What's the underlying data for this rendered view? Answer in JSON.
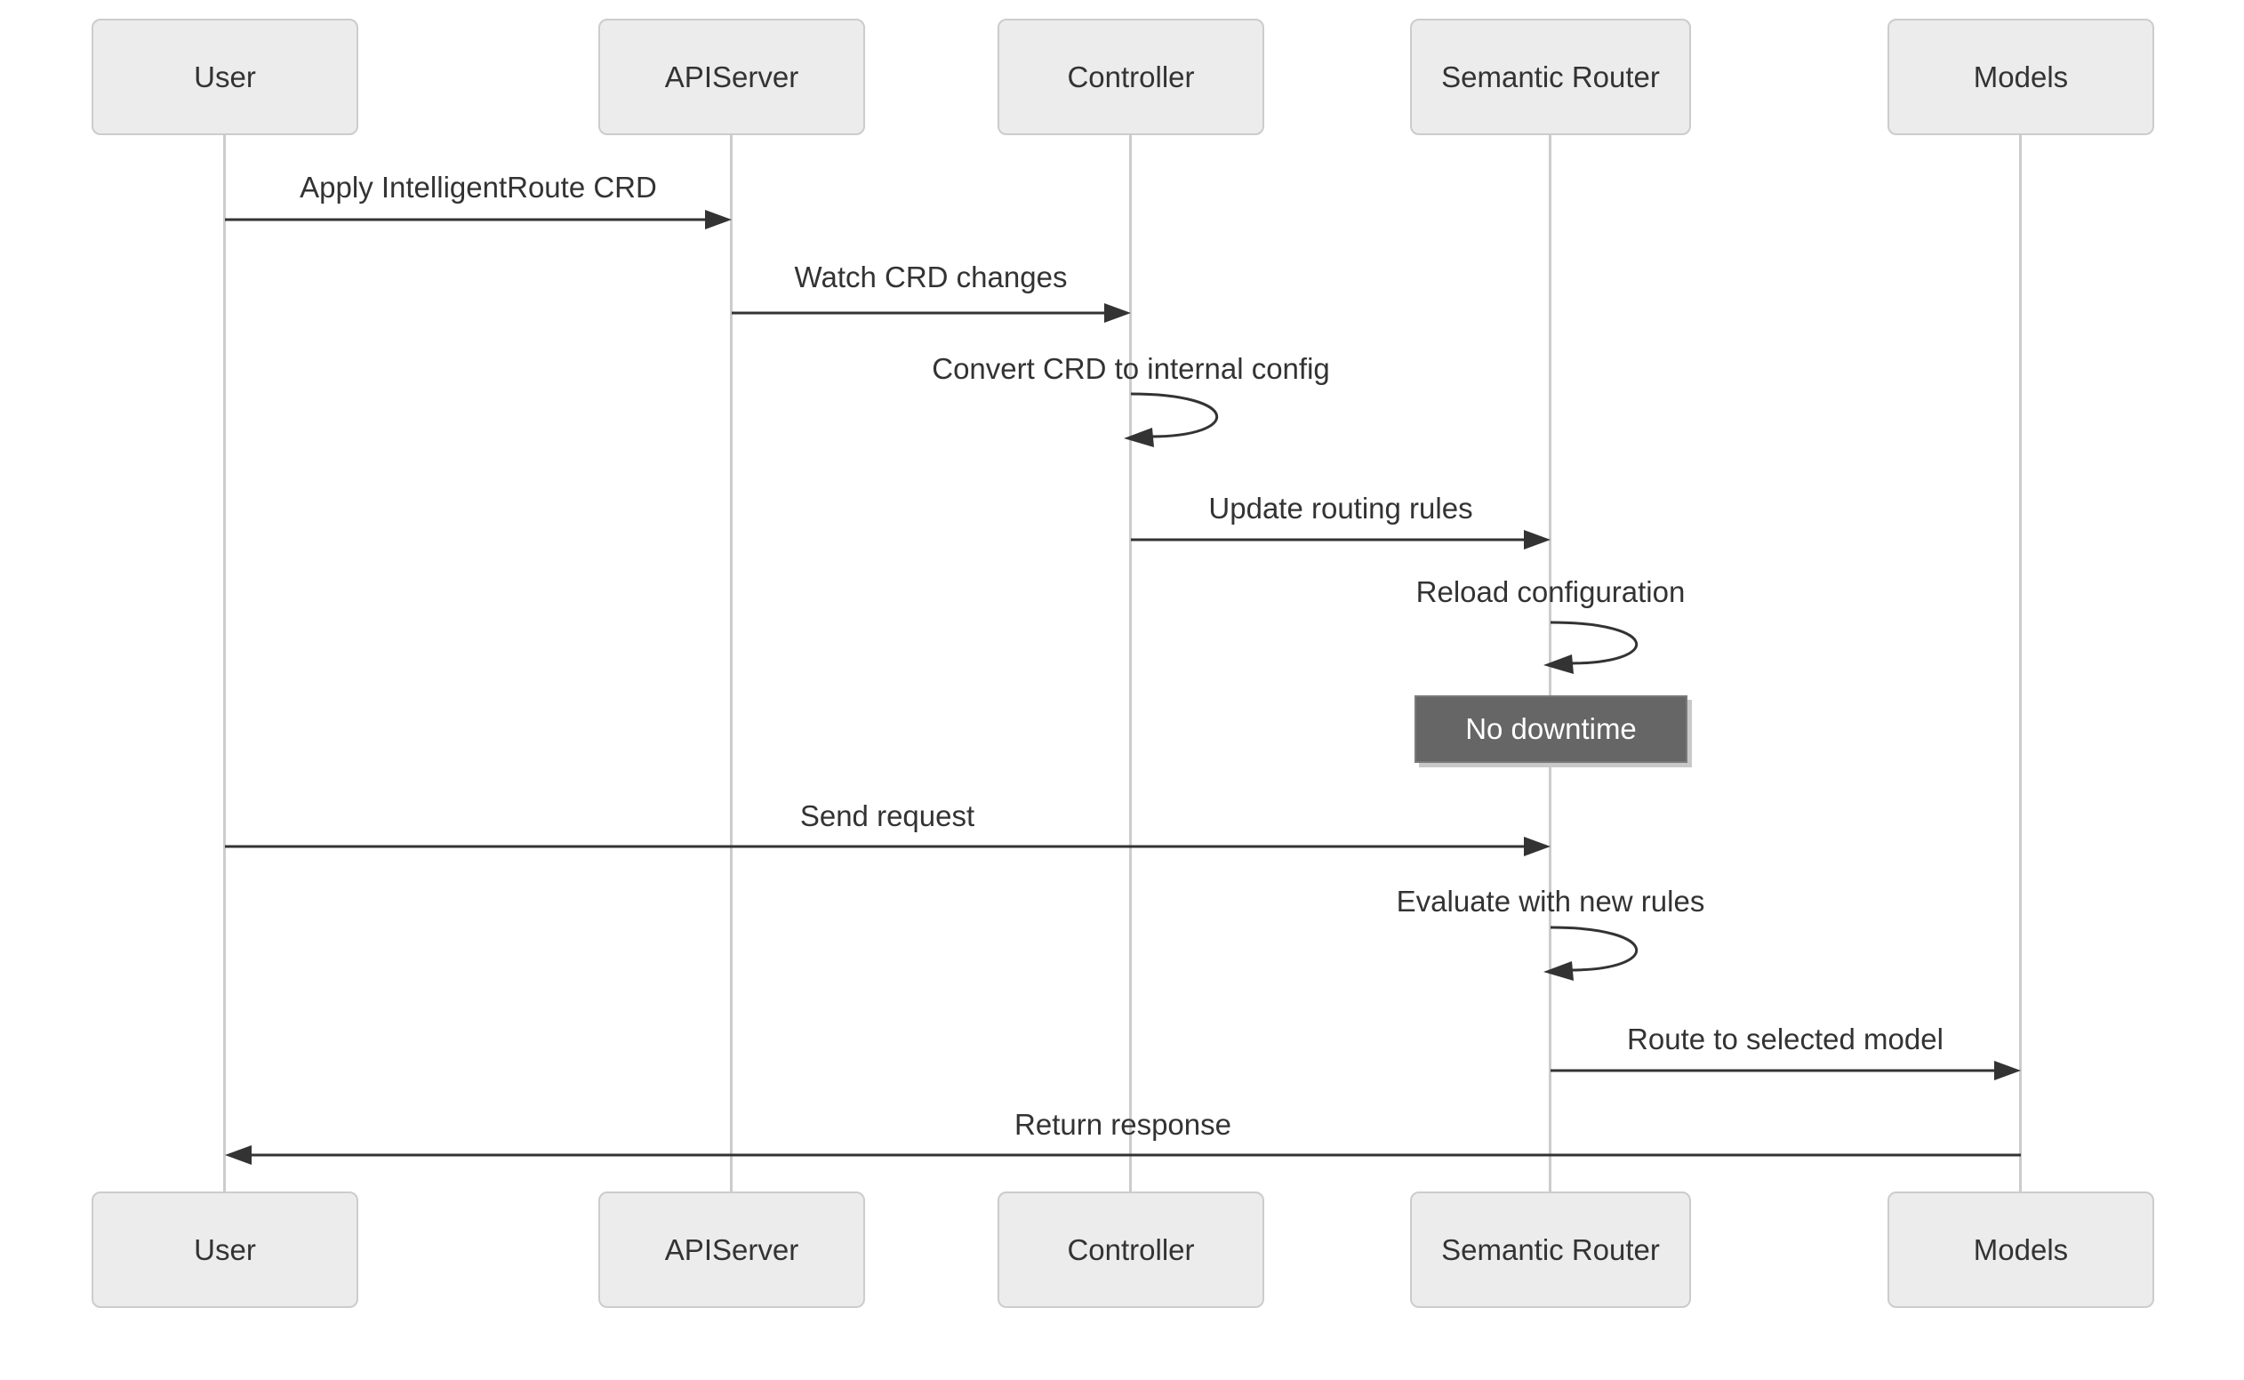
{
  "diagram": {
    "type": "sequence-diagram",
    "actors": [
      {
        "id": "user",
        "label": "User"
      },
      {
        "id": "apiserver",
        "label": "APIServer"
      },
      {
        "id": "controller",
        "label": "Controller"
      },
      {
        "id": "semantic-router",
        "label": "Semantic Router"
      },
      {
        "id": "models",
        "label": "Models"
      }
    ],
    "messages": [
      {
        "text": "Apply IntelligentRoute CRD",
        "from": "User",
        "to": "APIServer",
        "kind": "solid-arrow"
      },
      {
        "text": "Watch CRD changes",
        "from": "APIServer",
        "to": "Controller",
        "kind": "solid-arrow"
      },
      {
        "text": "Convert CRD to internal config",
        "from": "Controller",
        "to": "Controller",
        "kind": "self-loop"
      },
      {
        "text": "Update routing rules",
        "from": "Controller",
        "to": "Semantic Router",
        "kind": "solid-arrow"
      },
      {
        "text": "Reload configuration",
        "from": "Semantic Router",
        "to": "Semantic Router",
        "kind": "self-loop"
      },
      {
        "text": "Send request",
        "from": "User",
        "to": "Semantic Router",
        "kind": "solid-arrow"
      },
      {
        "text": "Evaluate with new rules",
        "from": "Semantic Router",
        "to": "Semantic Router",
        "kind": "self-loop"
      },
      {
        "text": "Route to selected model",
        "from": "Semantic Router",
        "to": "Models",
        "kind": "solid-arrow"
      },
      {
        "text": "Return response",
        "from": "Models",
        "to": "User",
        "kind": "solid-arrow"
      }
    ],
    "note": {
      "text": "No downtime",
      "over": "Semantic Router"
    }
  },
  "colors": {
    "background": "#ffffff",
    "actor_fill": "#ececec",
    "actor_border": "#cccccc",
    "lifeline": "#cccccc",
    "line": "#333333",
    "text": "#333333",
    "note_fill": "#666666",
    "note_border": "#7a7a7a",
    "note_text": "#ffffff"
  }
}
